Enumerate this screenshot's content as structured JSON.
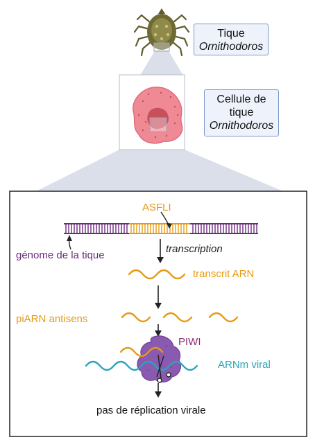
{
  "labels": {
    "tick_box": {
      "line1": "Tique",
      "line2": "Ornithodoros"
    },
    "cell_box": {
      "line1": "Cellule de",
      "line2": "tique",
      "line3": "Ornithodoros"
    },
    "asfli": "ASFLI",
    "genome": "génome de la tique",
    "transcription": "transcription",
    "transcript": "transcrit ARN",
    "piarn": "piARN antisens",
    "piwi": "PIWI",
    "mrna": "ARNm viral",
    "result": "pas de réplication virale"
  },
  "colors": {
    "purple": "#6b2a7a",
    "orange": "#e69a12",
    "teal": "#2aa3b8",
    "piwi_protein": "#8a5ab0",
    "cell_pink": "#ef8a95",
    "box_border": "#7b97c9",
    "box_fill": "#eef2fb"
  }
}
